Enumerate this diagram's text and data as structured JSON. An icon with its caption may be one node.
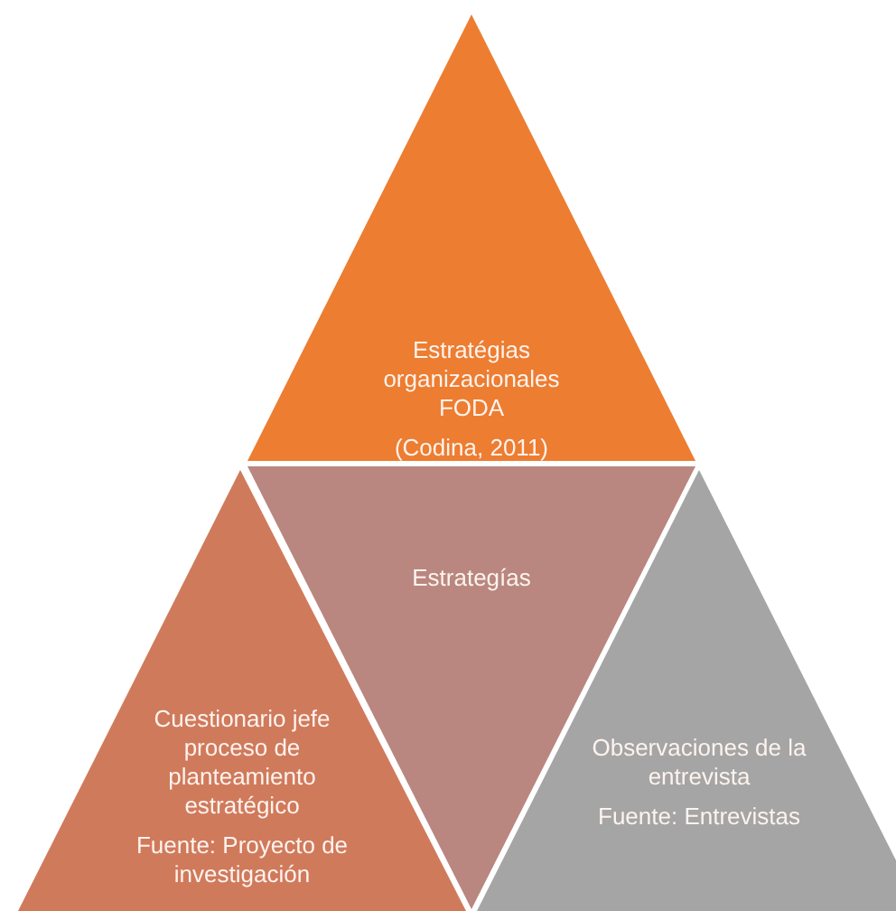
{
  "diagram": {
    "nodes": [
      {
        "text": [
          "Estratégias organizacionales FODA",
          "(Codina, 2011)"
        ]
      },
      {
        "text": [
          "Estrategías"
        ]
      },
      {
        "text": [
          "Cuestionario jefe proceso de planteamiento estratégico",
          "Fuente: Proyecto de investigación"
        ]
      },
      {
        "text": [
          "Observaciones de la entrevista",
          "Fuente: Entrevistas"
        ]
      }
    ]
  }
}
